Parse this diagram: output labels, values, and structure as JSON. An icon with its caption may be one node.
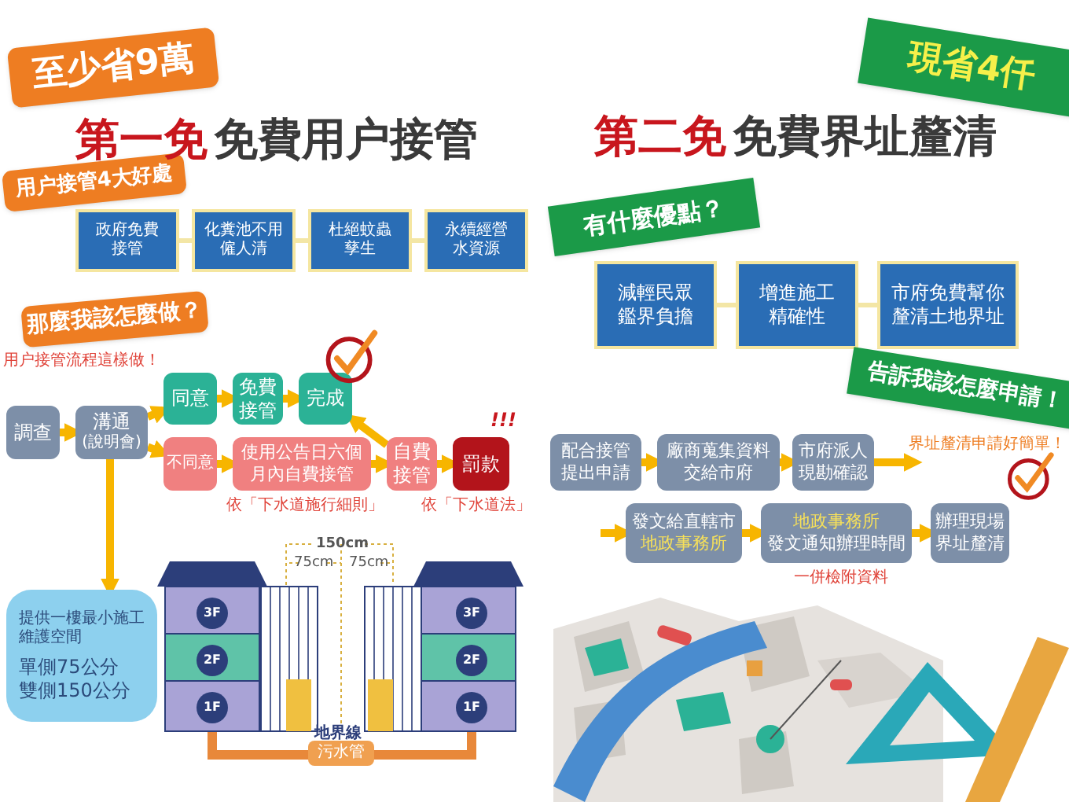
{
  "diagram": {
    "nodes": [
      {
        "text": [
          "至少省9萬"
        ]
      },
      {
        "text": [
          "用户接管4大好處"
        ]
      },
      {
        "text": [
          "政府免費接管"
        ]
      },
      {
        "text": [
          "化糞池不用僱人清"
        ]
      },
      {
        "text": [
          "杜絕蚊蟲孳生"
        ]
      },
      {
        "text": [
          "永續經營水資源"
        ]
      },
      {
        "text": [
          "那麼我該怎麼做？"
        ],
        "beside": [
          "用户接管流程這樣做！"
        ]
      },
      {
        "text": [
          "調查"
        ]
      },
      {
        "text": [
          "溝通",
          "(說明會)"
        ]
      },
      {
        "text": [
          "同意"
        ]
      },
      {
        "text": [
          "免費接管"
        ]
      },
      {
        "text": [
          "完成"
        ]
      },
      {
        "text": [
          "不同意"
        ]
      },
      {
        "text": [
          "使用公告日六個月內自費接管"
        ],
        "beside": [
          "依「下水道施行細則」"
        ]
      },
      {
        "text": [
          "自費接管"
        ]
      },
      {
        "text": [
          "罰款"
        ],
        "beside": [
          "依「下水道法」"
        ]
      },
      {
        "text": [
          "提供一樓最小施工維護空間",
          "單側75公分",
          "雙側150公分"
        ]
      },
      {
        "text": [
          "現省4仟"
        ]
      },
      {
        "text": [
          "有什麼優點？"
        ]
      },
      {
        "text": [
          "減輕民眾鑑界負擔"
        ]
      },
      {
        "text": [
          "增進施工精確性"
        ]
      },
      {
        "text": [
          "市府免費幫你釐清土地界址"
        ]
      },
      {
        "text": [
          "告訴我該怎麼申請！"
        ],
        "beside": [
          "界址釐清申請好簡單！"
        ]
      },
      {
        "text": [
          "配合接管提出申請"
        ]
      },
      {
        "text": [
          "廠商蒐集資料交給市府"
        ]
      },
      {
        "text": [
          "市府派人現勘確認"
        ]
      },
      {
        "text": [
          "發文給直轄市",
          "地政事務所"
        ]
      },
      {
        "text": [
          "地政事務所",
          "發文通知辦理時間"
        ],
        "beside": [
          "一併檢附資料"
        ]
      },
      {
        "text": [
          "辦理現場界址釐清"
        ]
      }
    ],
    "edges": [
      {
        "from": 2,
        "to": 3,
        "arrow": "none",
        "color": "#f3e6a6"
      },
      {
        "from": 3,
        "to": 4,
        "arrow": "none",
        "color": "#f3e6a6"
      },
      {
        "from": 4,
        "to": 5,
        "arrow": "none",
        "color": "#f3e6a6"
      },
      {
        "from": 7,
        "to": 8,
        "arrow": "to"
      },
      {
        "from": 8,
        "to": 9,
        "arrow": "to"
      },
      {
        "from": 8,
        "to": 12,
        "arrow": "to"
      },
      {
        "from": 9,
        "to": 10,
        "arrow": "to"
      },
      {
        "from": 10,
        "to": 11,
        "arrow": "to"
      },
      {
        "from": 12,
        "to": 13,
        "arrow": "to"
      },
      {
        "from": 13,
        "to": 14,
        "arrow": "to"
      },
      {
        "from": 14,
        "to": 11,
        "arrow": "to"
      },
      {
        "from": 14,
        "to": 15,
        "arrow": "to"
      },
      {
        "from": 8,
        "to": 16,
        "arrow": "to"
      },
      {
        "from": 19,
        "to": 20,
        "arrow": "none",
        "color": "#f3e6a6"
      },
      {
        "from": 20,
        "to": 21,
        "arrow": "none",
        "color": "#f3e6a6"
      },
      {
        "from": 23,
        "to": 24,
        "arrow": "to"
      },
      {
        "from": 24,
        "to": 25,
        "arrow": "to"
      },
      {
        "from": 25,
        "to": null,
        "arrow": "to"
      },
      {
        "from": null,
        "to": 26,
        "arrow": "to"
      },
      {
        "from": 26,
        "to": 27,
        "arrow": "to"
      },
      {
        "from": 27,
        "to": 28,
        "arrow": "to"
      }
    ],
    "labels": [
      "第一免",
      "免費用户接管",
      "!!!",
      "150cm",
      "75cm",
      "75cm",
      "3F",
      "3F",
      "2F",
      "2F",
      "1F",
      "1F",
      "地界線",
      "污水管",
      "第二免",
      "免費界址釐清"
    ]
  }
}
